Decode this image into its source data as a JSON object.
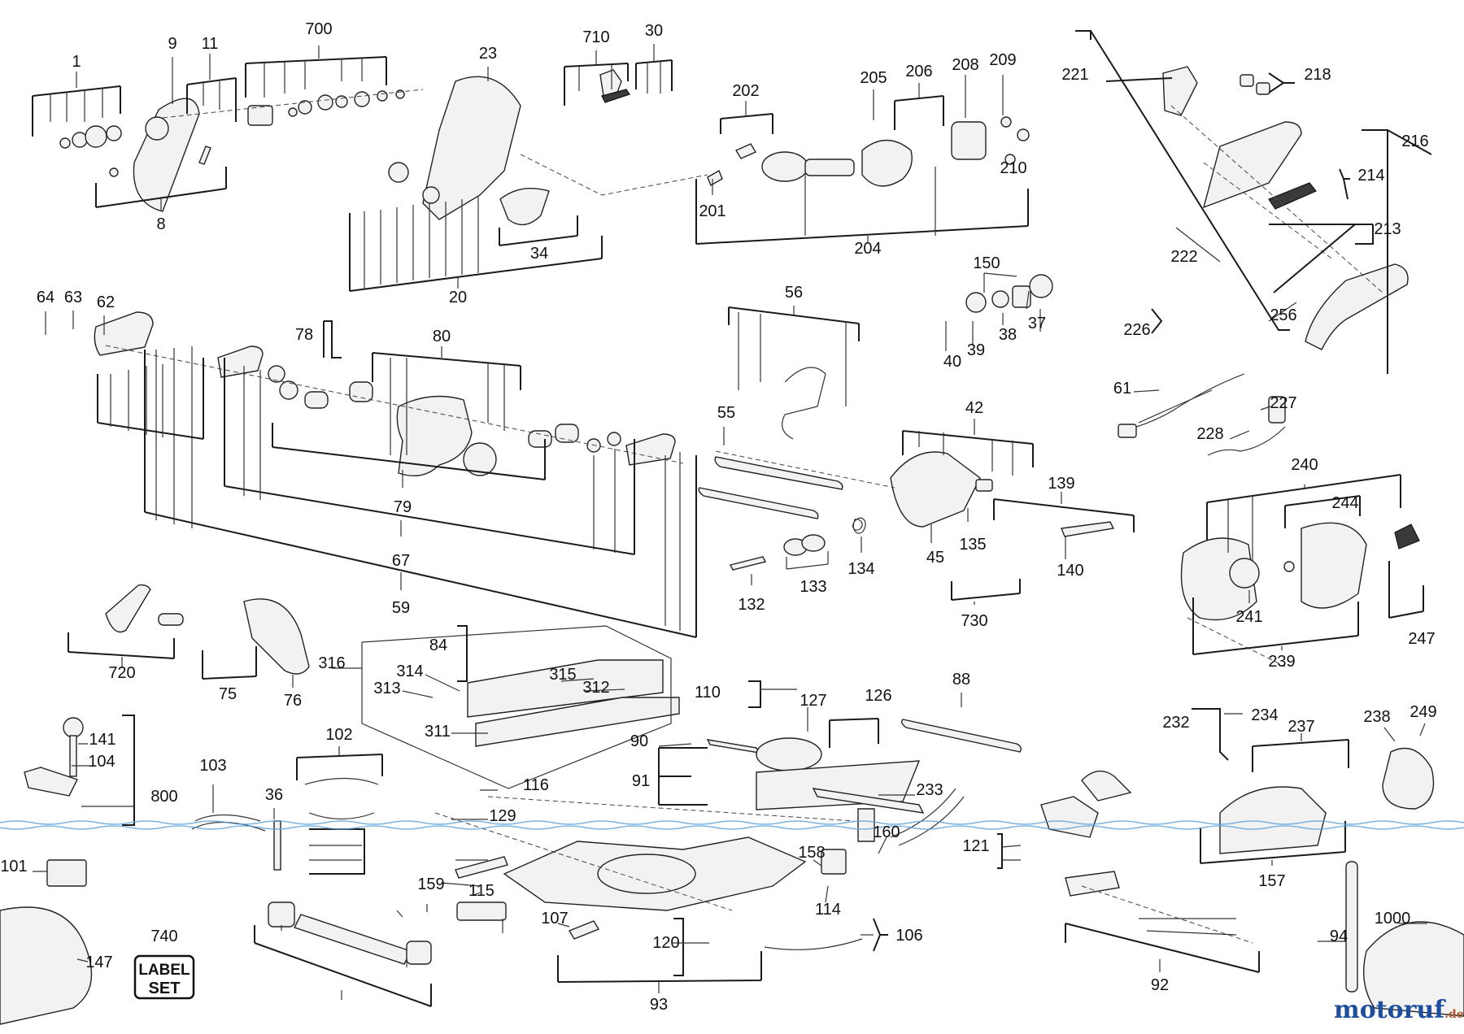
{
  "diagram": {
    "labels": [
      "1",
      "9",
      "11",
      "700",
      "23",
      "710",
      "30",
      "202",
      "205",
      "206",
      "208",
      "209",
      "221",
      "218",
      "216",
      "214",
      "213",
      "222",
      "256",
      "8",
      "34",
      "20",
      "201",
      "204",
      "210",
      "64",
      "63",
      "62",
      "78",
      "80",
      "56",
      "150",
      "37",
      "38",
      "39",
      "40",
      "226",
      "61",
      "227",
      "228",
      "42",
      "139",
      "135",
      "140",
      "45",
      "55",
      "134",
      "133",
      "132",
      "730",
      "79",
      "67",
      "59",
      "240",
      "244",
      "241",
      "247",
      "239",
      "84",
      "316",
      "314",
      "315",
      "312",
      "313",
      "311",
      "720",
      "75",
      "76",
      "141",
      "104",
      "800",
      "103",
      "102",
      "36",
      "116",
      "129",
      "110",
      "127",
      "126",
      "88",
      "90",
      "91",
      "233",
      "232",
      "234",
      "237",
      "238",
      "249",
      "101",
      "121",
      "157",
      "158",
      "160",
      "114",
      "106",
      "107",
      "159",
      "115",
      "120",
      "93",
      "92",
      "94",
      "1000",
      "147",
      "740"
    ],
    "label_set": {
      "line1": "LABEL",
      "line2": "SET"
    },
    "watermark": {
      "left": "motoruf",
      "right": ".de"
    }
  }
}
